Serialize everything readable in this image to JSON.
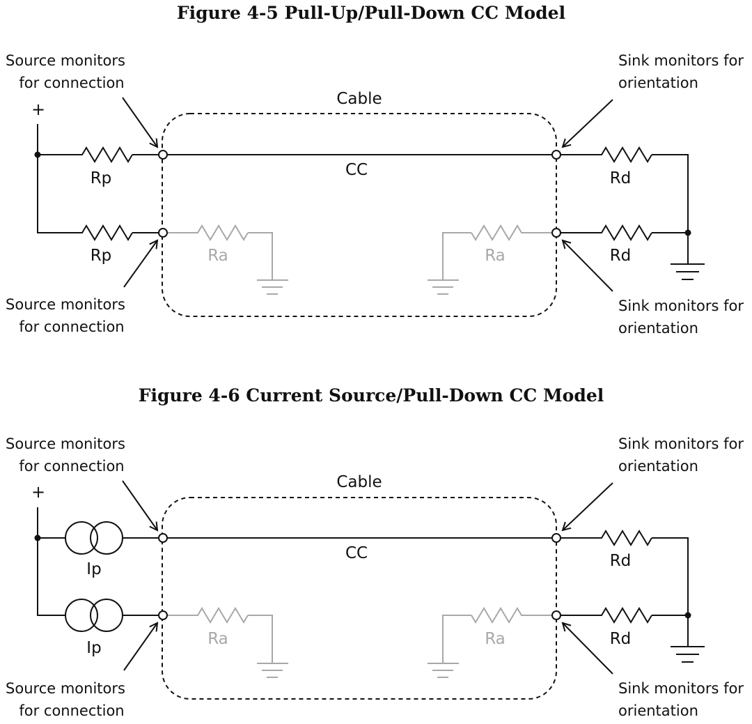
{
  "figures": [
    {
      "title": "Figure 4-5  Pull-Up/Pull-Down CC Model",
      "cable_label": "Cable",
      "cc_label": "CC",
      "plus_label": "+",
      "source_top_label": [
        "Source monitors",
        "for connection"
      ],
      "source_bottom_label": [
        "Source monitors",
        "for connection"
      ],
      "sink_top_label": [
        "Sink monitors for",
        "orientation"
      ],
      "sink_bottom_label": [
        "Sink monitors for",
        "orientation"
      ],
      "left_top_component": "Rp",
      "left_bottom_component": "Rp",
      "right_top_component": "Rd",
      "right_bottom_component": "Rd",
      "ra_left": "Ra",
      "ra_right": "Ra"
    },
    {
      "title": "Figure 4-6  Current Source/Pull-Down CC Model",
      "cable_label": "Cable",
      "cc_label": "CC",
      "plus_label": "+",
      "source_top_label": [
        "Source monitors",
        "for connection"
      ],
      "source_bottom_label": [
        "Source monitors",
        "for connection"
      ],
      "sink_top_label": [
        "Sink monitors for",
        "orientation"
      ],
      "sink_bottom_label": [
        "Sink monitors for",
        "orientation"
      ],
      "left_top_component": "Ip",
      "left_bottom_component": "Ip",
      "right_top_component": "Rd",
      "right_bottom_component": "Rd",
      "ra_left": "Ra",
      "ra_right": "Ra"
    }
  ],
  "colors": {
    "wire": "#111111",
    "inactive": "#a8a8a8"
  }
}
